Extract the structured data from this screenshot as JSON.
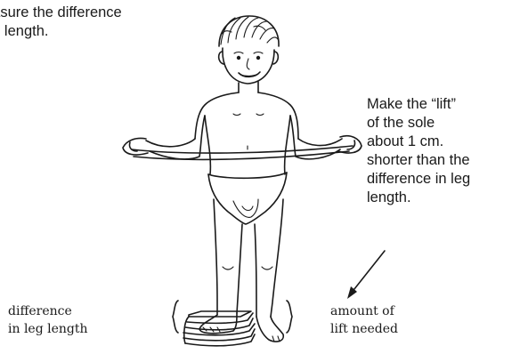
{
  "instructions": {
    "measure": [
      "easure the difference",
      "eg length."
    ],
    "lift_note": [
      "Make the “lift”",
      "of the sole",
      "about 1 cm.",
      "shorter than the",
      "difference in leg",
      "length."
    ]
  },
  "captions": {
    "left": [
      "difference",
      "in leg length"
    ],
    "right": [
      "amount of",
      "lift needed"
    ]
  }
}
